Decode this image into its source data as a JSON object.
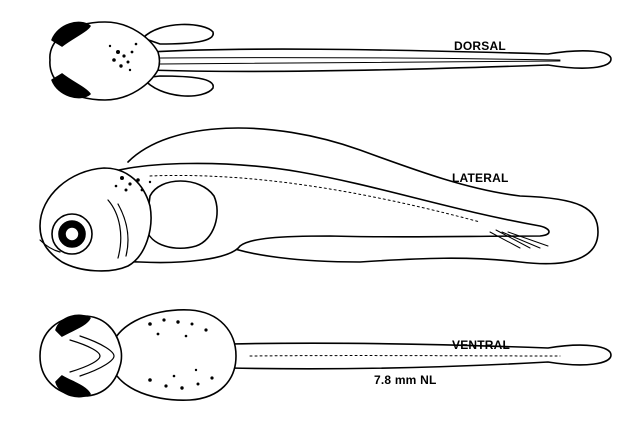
{
  "labels": {
    "dorsal": "DORSAL",
    "lateral": "LATERAL",
    "ventral": "VENTRAL",
    "size": "7.8 mm NL"
  },
  "colors": {
    "ink": "#000000",
    "paper": "#ffffff"
  }
}
